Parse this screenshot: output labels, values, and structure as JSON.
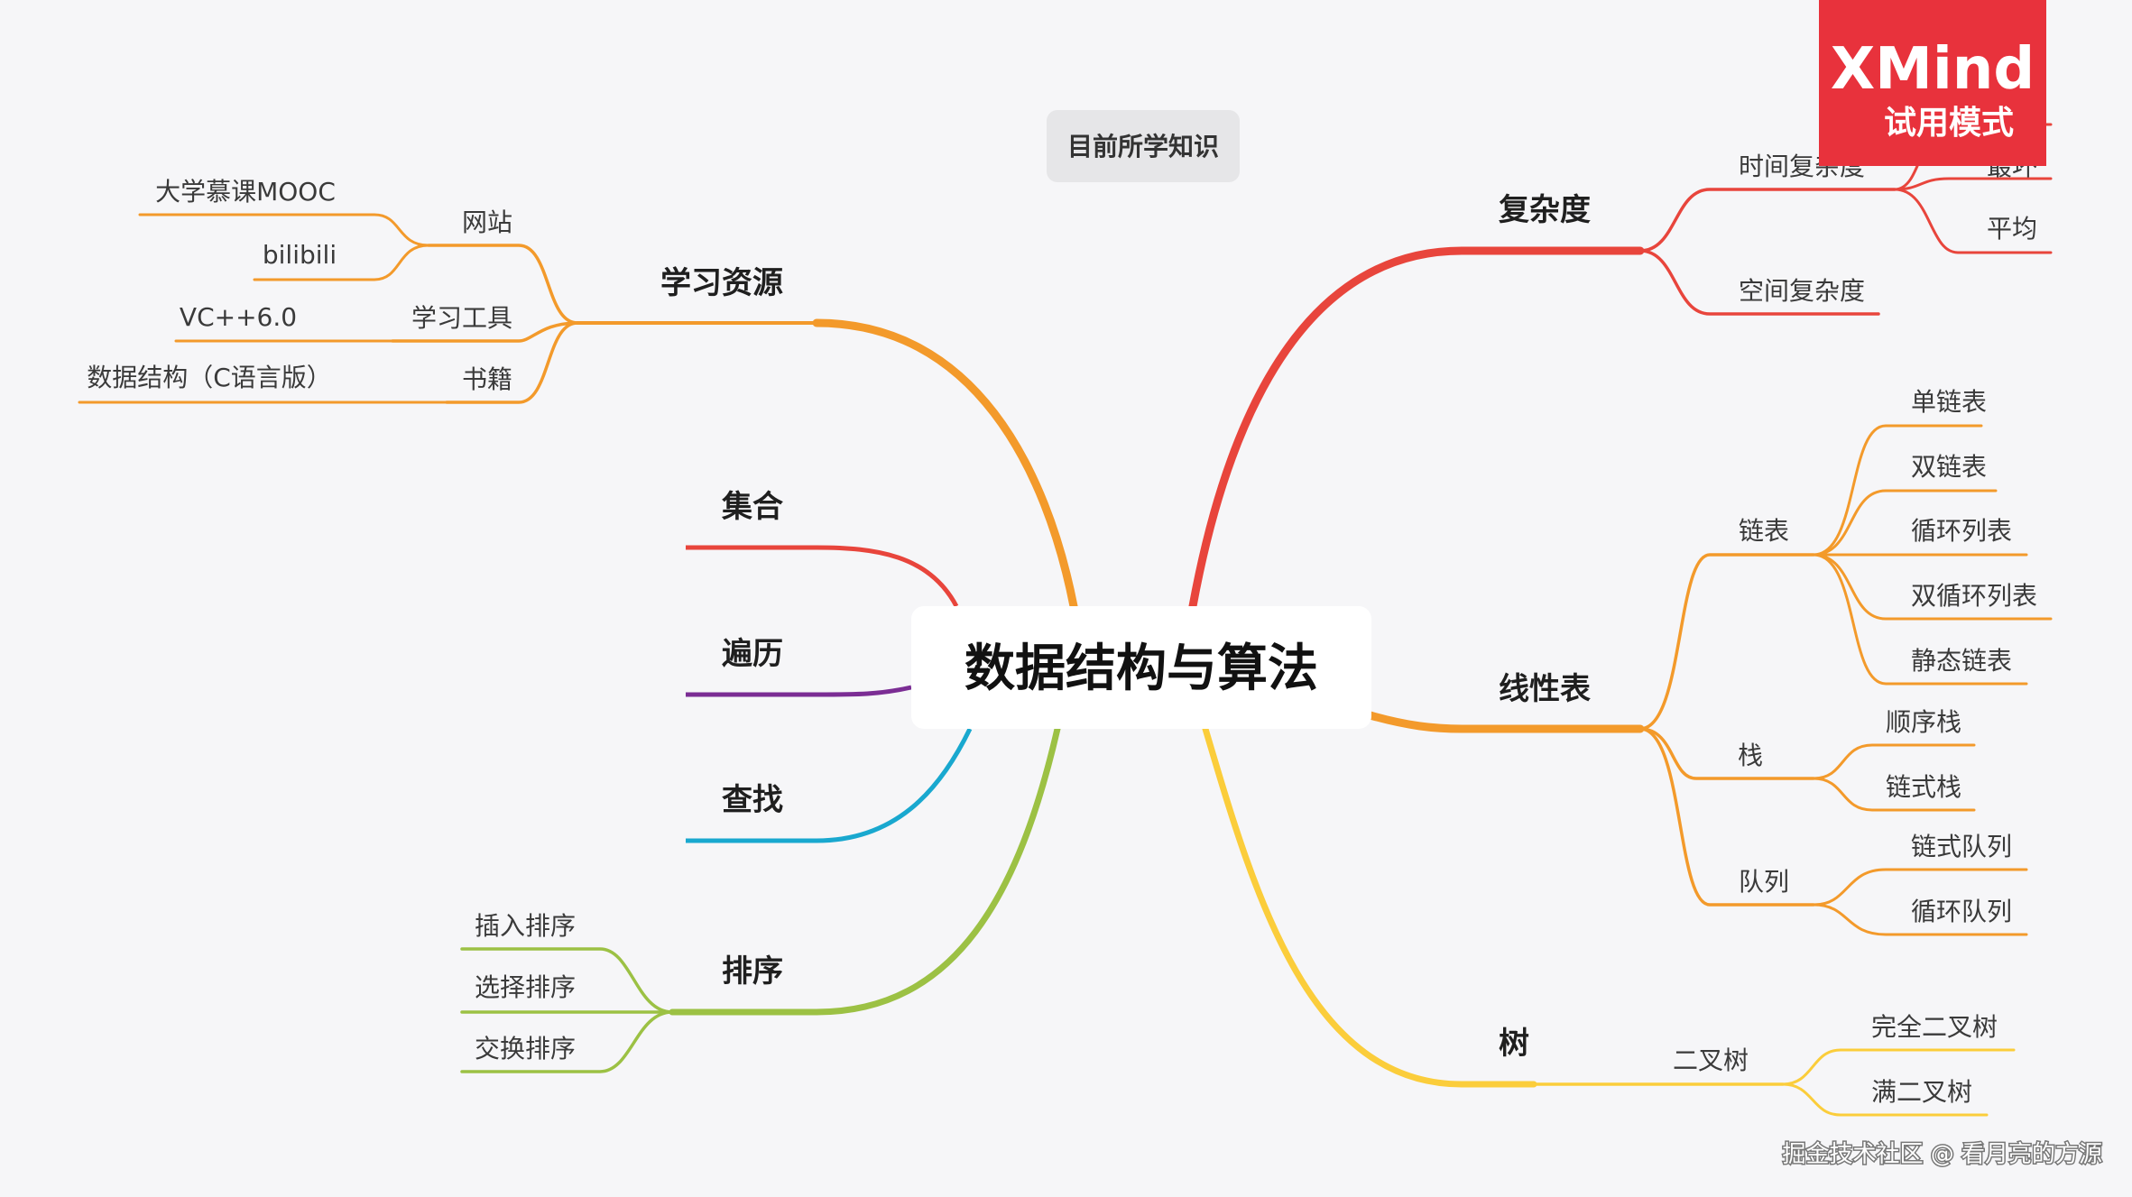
{
  "floating_topic": "目前所学知识",
  "central_topic": "数据结构与算法",
  "branches": {
    "learning_resources": {
      "label": "学习资源",
      "color": "#f39a2b",
      "website": {
        "label": "网站",
        "children": [
          "大学慕课MOOC",
          "bilibili"
        ]
      },
      "tool": {
        "label": "学习工具",
        "child": "VC++6.0"
      },
      "book": {
        "label": "书籍",
        "child": "数据结构（C语言版）"
      }
    },
    "set": {
      "label": "集合",
      "color": "#e8453c"
    },
    "traversal": {
      "label": "遍历",
      "color": "#7b2d94"
    },
    "search": {
      "label": "查找",
      "color": "#19a8cf"
    },
    "sorting": {
      "label": "排序",
      "color": "#9cc144",
      "children": [
        "插入排序",
        "选择排序",
        "交换排序"
      ]
    },
    "complexity": {
      "label": "复杂度",
      "color": "#e8453c",
      "time": {
        "label": "时间复杂度",
        "children": [
          "最坏",
          "平均"
        ]
      },
      "space": {
        "label": "空间复杂度"
      }
    },
    "linear_list": {
      "label": "线性表",
      "color": "#f39a2b",
      "linked_list": {
        "label": "链表",
        "children": [
          "单链表",
          "双链表",
          "循环列表",
          "双循环列表",
          "静态链表"
        ]
      },
      "stack": {
        "label": "栈",
        "children": [
          "顺序栈",
          "链式栈"
        ]
      },
      "queue": {
        "label": "队列",
        "children": [
          "链式队列",
          "循环队列"
        ]
      }
    },
    "tree": {
      "label": "树",
      "color": "#fbcd3b",
      "binary_tree": {
        "label": "二叉树",
        "children": [
          "完全二叉树",
          "满二叉树"
        ]
      }
    }
  },
  "watermark": {
    "title": "XMind",
    "subtitle": "试用模式",
    "color": "#e8323c"
  },
  "footer": "掘金技术社区 @ 看月亮的方源"
}
